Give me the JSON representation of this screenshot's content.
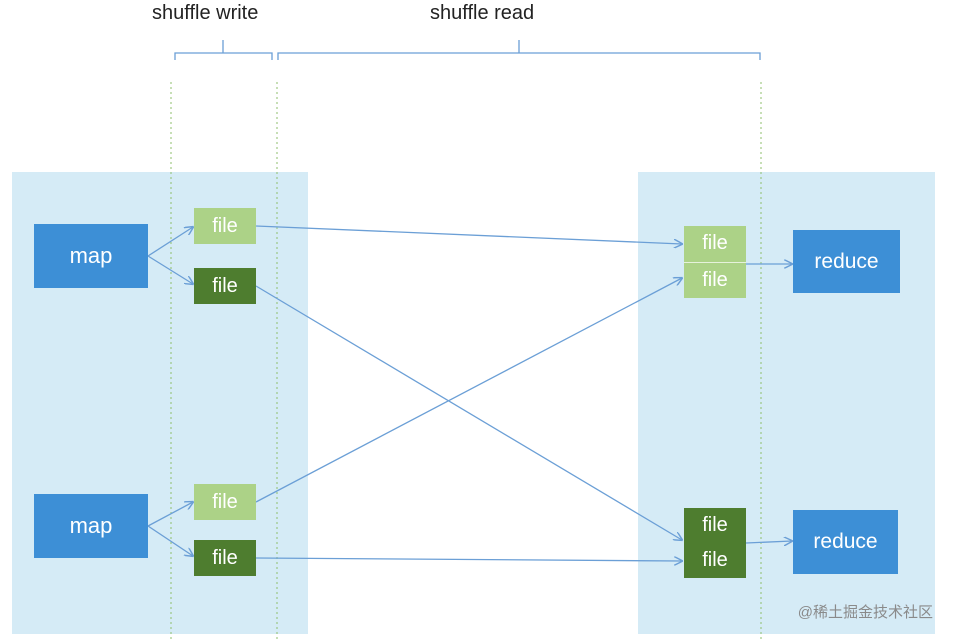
{
  "header": {
    "shuffle_write": "shuffle write",
    "shuffle_read": "shuffle read"
  },
  "map_nodes": [
    "map",
    "map"
  ],
  "write_files": [
    {
      "label": "file",
      "shade": "light"
    },
    {
      "label": "file",
      "shade": "dark"
    },
    {
      "label": "file",
      "shade": "light"
    },
    {
      "label": "file",
      "shade": "dark"
    }
  ],
  "read_files": [
    {
      "labels": [
        "file",
        "file"
      ],
      "shade": "light"
    },
    {
      "labels": [
        "file",
        "file"
      ],
      "shade": "dark"
    }
  ],
  "reduce_nodes": [
    "reduce",
    "reduce"
  ],
  "watermark": "@稀土掘金技术社区",
  "colors": {
    "panel": "#d5ebf6",
    "node": "#3d8fd6",
    "file_light": "#acd287",
    "file_dark": "#4e7d2f",
    "arrow": "#6b9fd6",
    "guide": "#8fbf6e"
  }
}
